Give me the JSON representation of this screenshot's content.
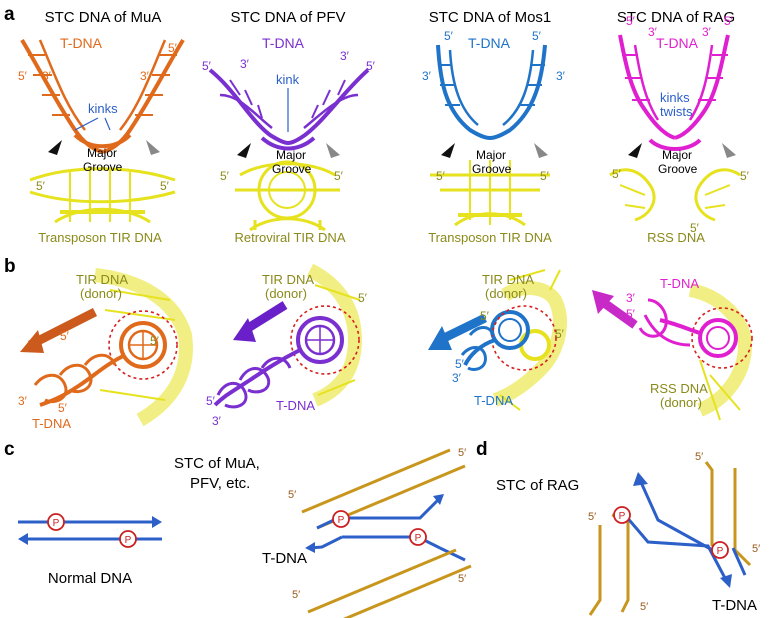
{
  "panels": {
    "a": {
      "letter": "a",
      "structures": [
        {
          "title": "STC DNA of MuA",
          "tdna": "T-DNA",
          "kink": "kinks",
          "groove1": "Major",
          "groove2": "Groove",
          "bottom": "Transposon TIR DNA",
          "prime": "5′",
          "prime3": "3′",
          "color": "#e06a1c"
        },
        {
          "title": "STC DNA of PFV",
          "tdna": "T-DNA",
          "kink": "kink",
          "groove1": "Major",
          "groove2": "Groove",
          "bottom": "Retroviral TIR DNA",
          "prime": "5′",
          "prime3": "3′",
          "color": "#7a2fd0"
        },
        {
          "title": "STC DNA of Mos1",
          "tdna": "T-DNA",
          "kink": "",
          "groove1": "Major",
          "groove2": "Groove",
          "bottom": "Transposon TIR DNA",
          "prime": "5′",
          "prime3": "3′",
          "color": "#1f73c8"
        },
        {
          "title": "STC DNA of RAG",
          "tdna": "T-DNA",
          "kink": "kinks",
          "kink2": "twists",
          "groove1": "Major",
          "groove2": "Groove",
          "bottom": "RSS DNA",
          "prime": "5′",
          "prime3": "3′",
          "color": "#e020d0"
        }
      ]
    },
    "b": {
      "letter": "b",
      "structures": [
        {
          "donor1": "TIR DNA",
          "donor2": "(donor)",
          "tdna": "T-DNA",
          "color": "#e06a1c"
        },
        {
          "donor1": "TIR DNA",
          "donor2": "(donor)",
          "tdna": "T-DNA",
          "color": "#7a2fd0"
        },
        {
          "donor1": "TIR DNA",
          "donor2": "(donor)",
          "tdna": "T-DNA",
          "color": "#1f73c8"
        },
        {
          "donor1": "RSS DNA",
          "donor2": "(donor)",
          "tdna": "T-DNA",
          "color": "#e020d0"
        }
      ]
    },
    "c": {
      "letter": "c",
      "normal_label": "Normal DNA",
      "stc_label_1": "STC of MuA,",
      "stc_label_2": "PFV, etc.",
      "tdna": "T-DNA",
      "phosphate": "P",
      "prime": "5′"
    },
    "d": {
      "letter": "d",
      "stc_label": "STC of RAG",
      "tdna": "T-DNA",
      "phosphate": "P",
      "prime": "5′"
    }
  },
  "colors": {
    "target_dna": "#2c5fc8",
    "donor_dna": "#c8961c",
    "donor_yellow": "#e6e21e",
    "phosphate": "#cc1f1f",
    "label_olive": "#8a8a1a",
    "prime_brown": "#9b5a1a"
  }
}
